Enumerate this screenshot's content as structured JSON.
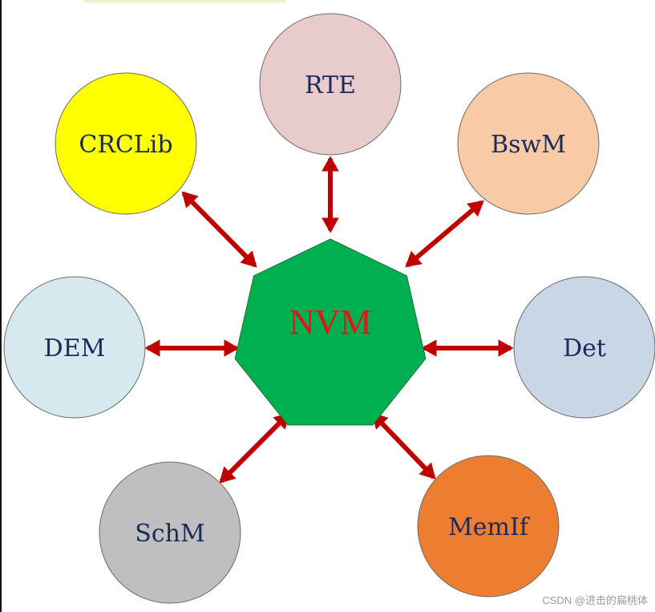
{
  "diagram": {
    "center": {
      "label": "NVM",
      "fill": "#00b050",
      "text_color": "#e11515"
    },
    "arrow_color": "#c00000",
    "nodes": [
      {
        "id": "crclib",
        "label": "CRCLib",
        "fill": "#ffff00"
      },
      {
        "id": "rte",
        "label": "RTE",
        "fill": "#e8cccc"
      },
      {
        "id": "bswm",
        "label": "BswM",
        "fill": "#f8caa5"
      },
      {
        "id": "dem",
        "label": "DEM",
        "fill": "#d6e9ef"
      },
      {
        "id": "det",
        "label": "Det",
        "fill": "#c9d6e6"
      },
      {
        "id": "schm",
        "label": "SchM",
        "fill": "#bfbfbf"
      },
      {
        "id": "memif",
        "label": "MemIf",
        "fill": "#ed7d31"
      }
    ]
  },
  "watermark": "CSDN @进击的扁桃体"
}
